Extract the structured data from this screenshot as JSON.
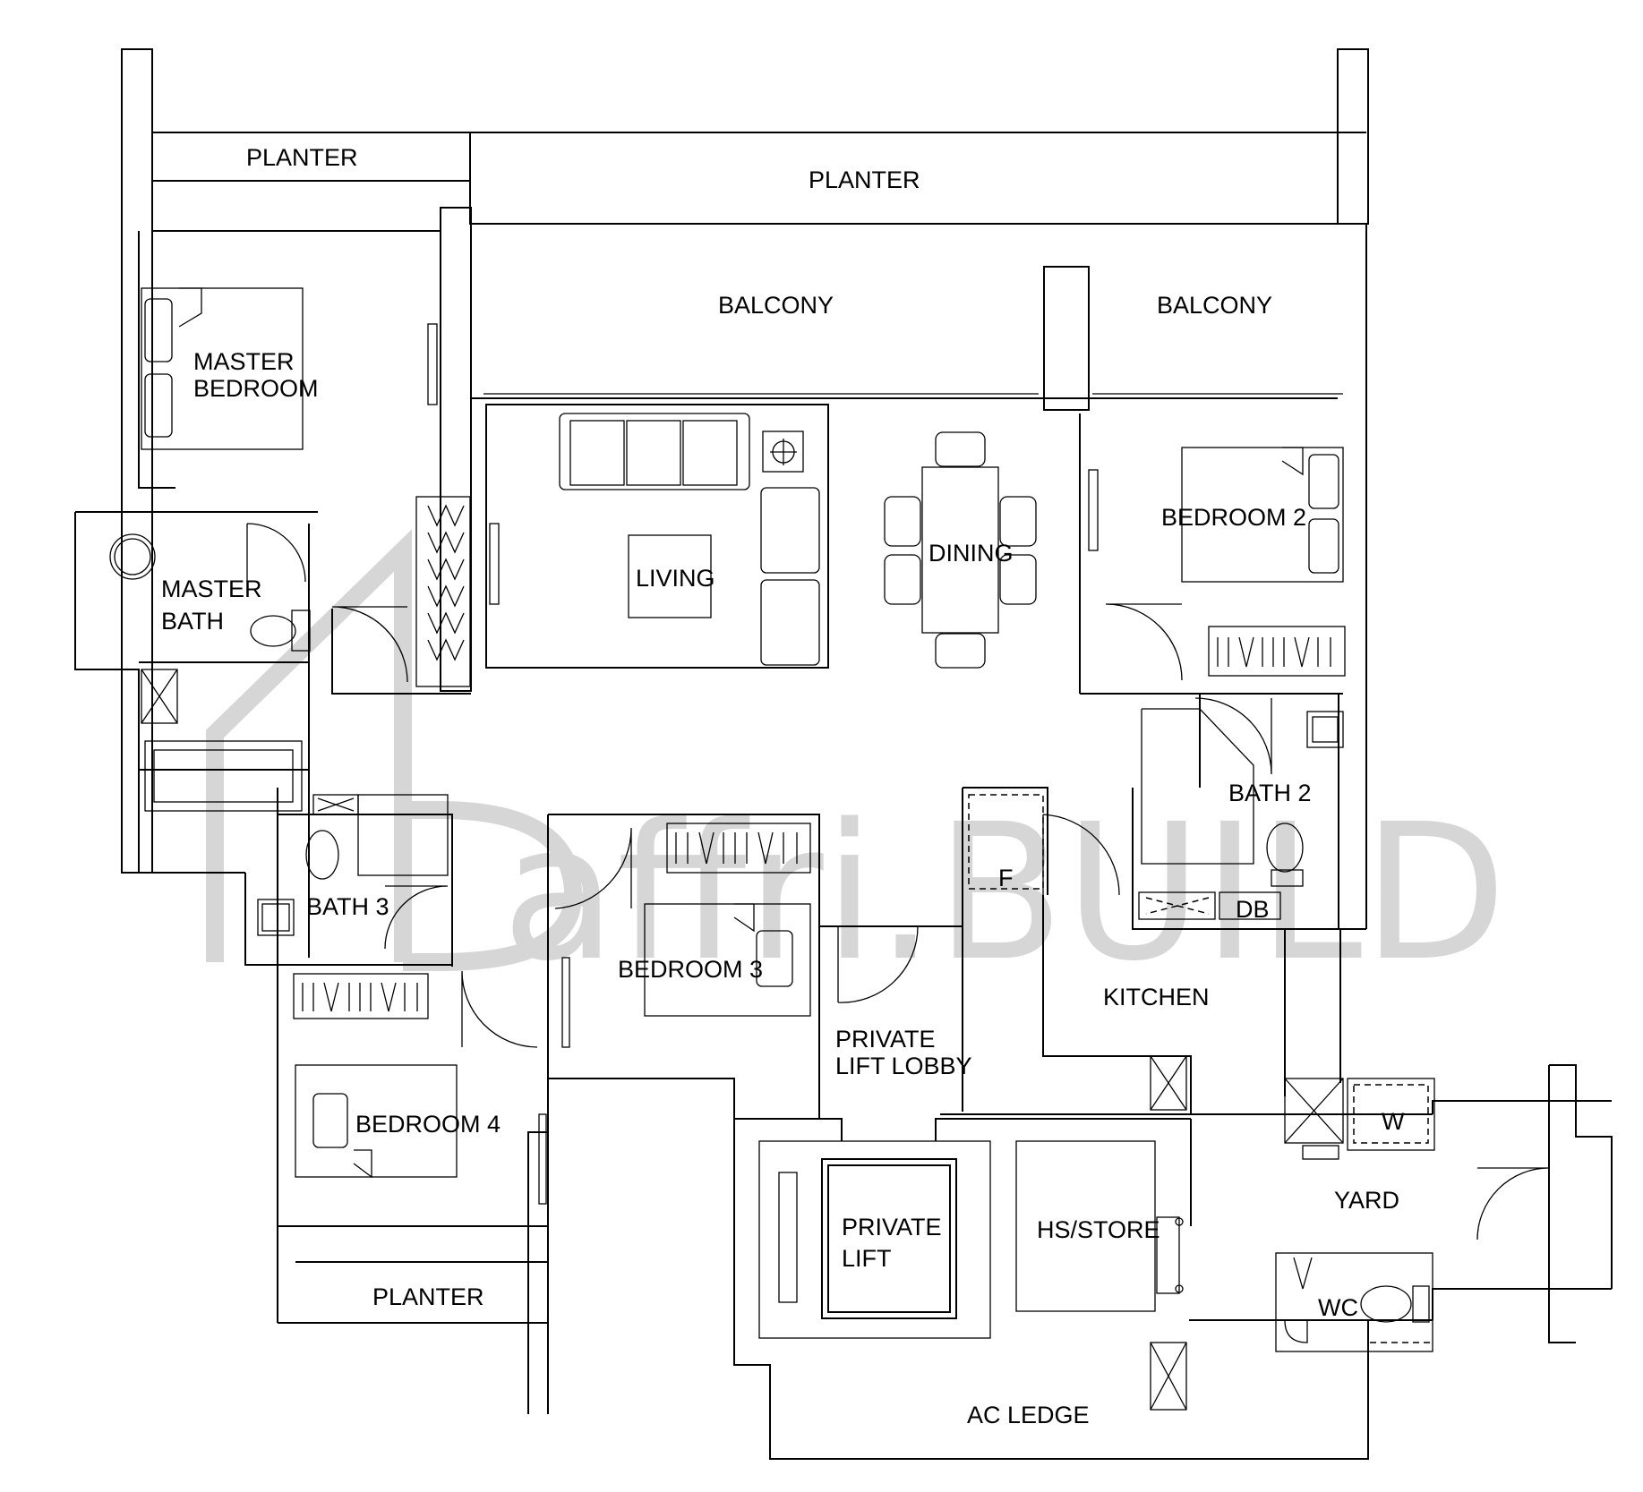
{
  "rooms": {
    "planter_top_left": "PLANTER",
    "planter_top": "PLANTER",
    "balcony_left": "BALCONY",
    "balcony_right": "BALCONY",
    "master_bedroom_1": "MASTER",
    "master_bedroom_2": "BEDROOM",
    "master_bath_1": "MASTER",
    "master_bath_2": "BATH",
    "living": "LIVING",
    "dining": "DINING",
    "bedroom2": "BEDROOM 2",
    "bath2": "BATH 2",
    "fridge": "F",
    "db": "DB",
    "bath3": "BATH 3",
    "bedroom3": "BEDROOM 3",
    "kitchen": "KITCHEN",
    "lift_lobby_1": "PRIVATE",
    "lift_lobby_2": "LIFT LOBBY",
    "bedroom4": "BEDROOM 4",
    "washer": "W",
    "yard": "YARD",
    "private_lift_1": "PRIVATE",
    "private_lift_2": "LIFT",
    "hs_store": "HS/STORE",
    "wc": "WC",
    "planter_bottom": "PLANTER",
    "ac_ledge": "AC LEDGE"
  },
  "watermark": {
    "text": "affri.BUILD"
  }
}
